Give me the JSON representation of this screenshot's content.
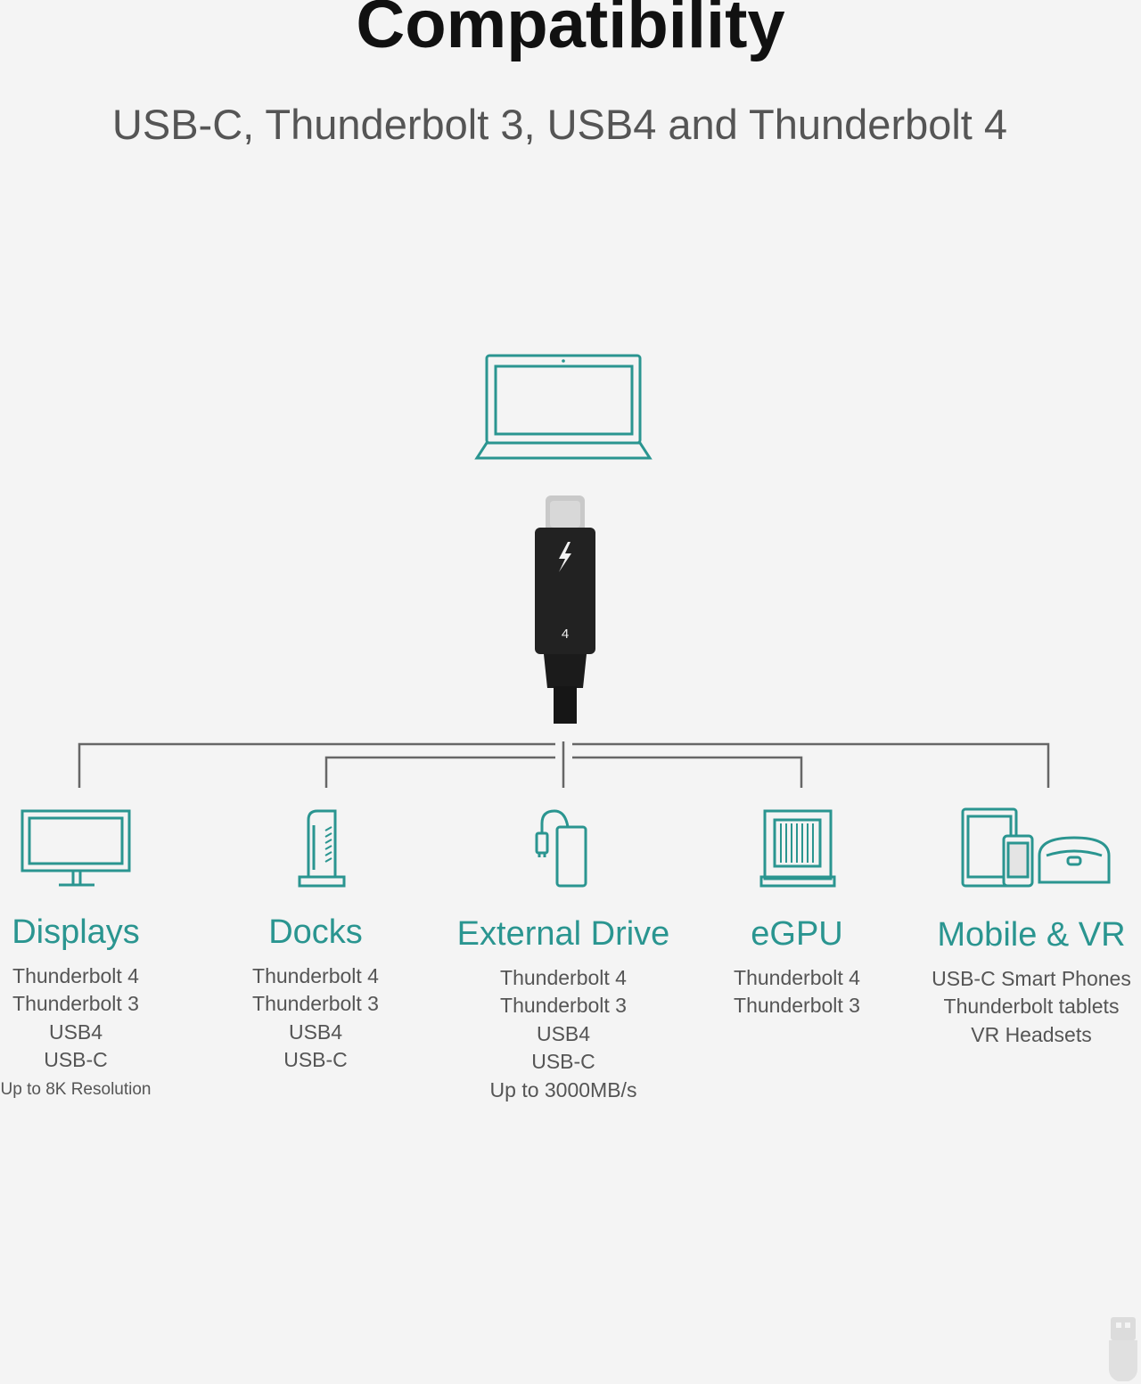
{
  "header": {
    "title": "Compatibility",
    "subtitle": "USB-C, Thunderbolt 3, USB4 and Thunderbolt 4"
  },
  "cable": {
    "number": "4"
  },
  "colors": {
    "accent": "#2a9590",
    "connector": "#222222",
    "tree_lines": "#666666"
  },
  "devices": [
    {
      "icon": "monitor-icon",
      "name": "Displays",
      "lines": [
        "Thunderbolt 4",
        "Thunderbolt 3",
        "USB4",
        "USB-C"
      ],
      "note": "Up to 8K Resolution"
    },
    {
      "icon": "dock-icon",
      "name": "Docks",
      "lines": [
        "Thunderbolt 4",
        "Thunderbolt 3",
        "USB4",
        "USB-C"
      ]
    },
    {
      "icon": "external-drive-icon",
      "name": "External Drive",
      "lines": [
        "Thunderbolt 4",
        "Thunderbolt 3",
        "USB4",
        "USB-C",
        "Up to 3000MB/s"
      ]
    },
    {
      "icon": "egpu-icon",
      "name": "eGPU",
      "lines": [
        "Thunderbolt 4",
        "Thunderbolt 3"
      ]
    },
    {
      "icon": "mobile-vr-icon",
      "name": "Mobile & VR",
      "lines": [
        "USB-C Smart Phones",
        "Thunderbolt tablets",
        "VR Headsets"
      ]
    }
  ]
}
